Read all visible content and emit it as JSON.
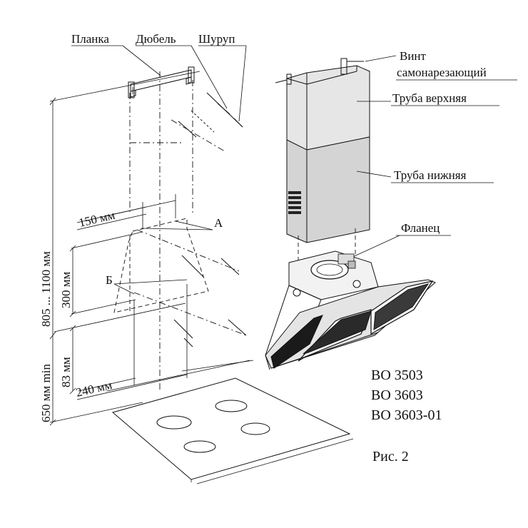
{
  "labels": {
    "planka": "Планка",
    "dubel": "Дюбель",
    "shurup": "Шуруп",
    "vint_line1": "Винт",
    "vint_line2": "самонарезающий",
    "truba_verh": "Труба верхняя",
    "truba_nizh": "Труба нижняя",
    "flanets": "Фланец",
    "point_a": "А",
    "point_b": "Б"
  },
  "dimensions": {
    "range_height": "805 ... 1100 мм",
    "w150": "150 мм",
    "h300": "300 мм",
    "h83": "83 мм",
    "w240": "240 мм",
    "min_height": "650 мм min"
  },
  "models": [
    "ВО 3503",
    "ВО 3603",
    "ВО 3603-01"
  ],
  "figure_caption": "Рис. 2"
}
